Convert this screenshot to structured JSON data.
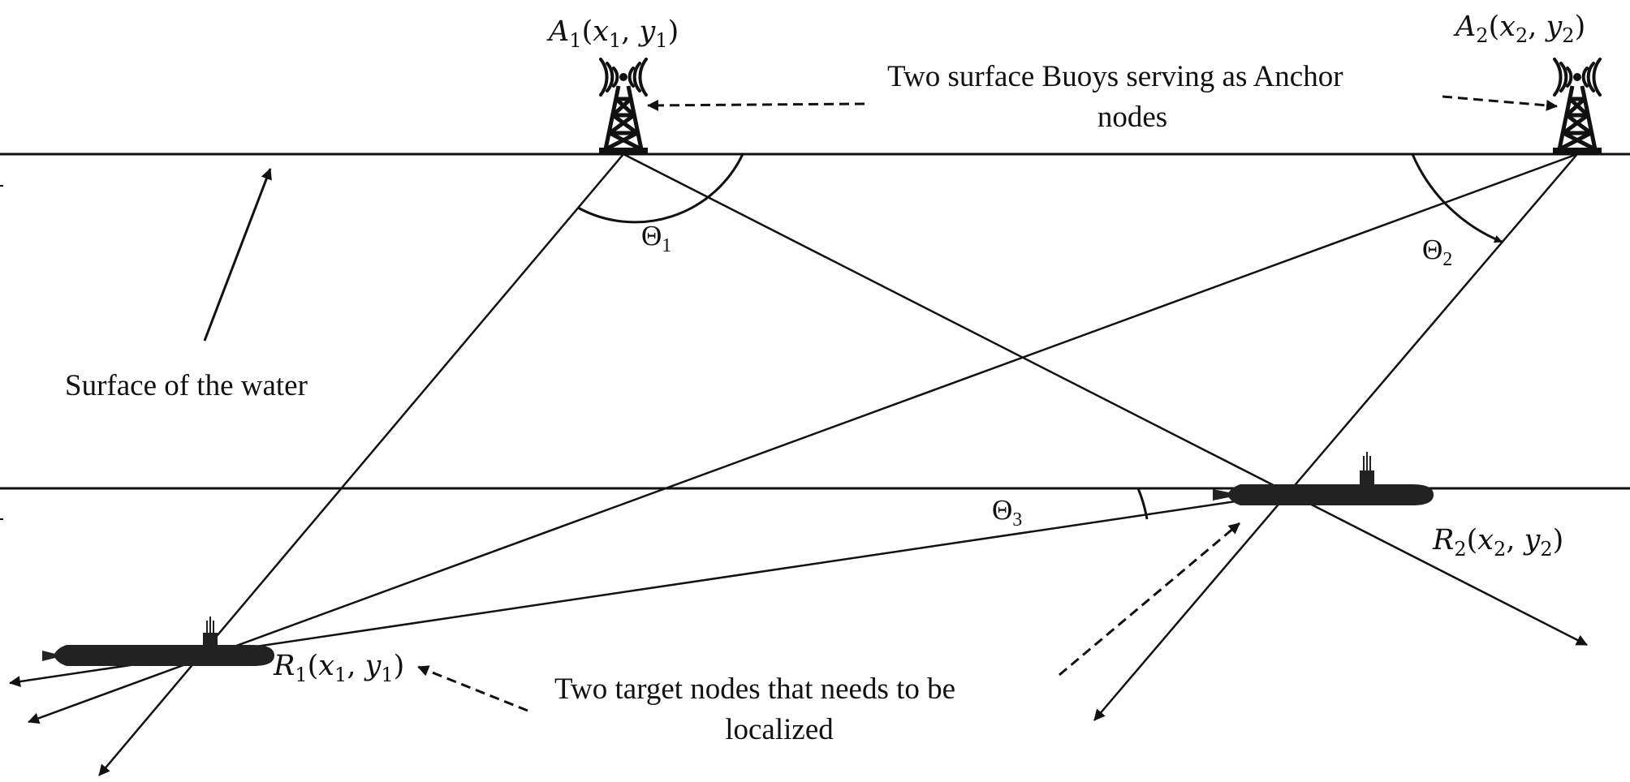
{
  "labels": {
    "anchors_note_line1": "Two surface Buoys serving as Anchor",
    "anchors_note_line2": "nodes",
    "surface_label": "Surface of the water",
    "targets_note_line1": "Two target nodes that needs to be",
    "targets_note_line2": "localized"
  },
  "anchor_a1": {
    "name": "A",
    "sub": "1",
    "coords_x": "x",
    "coords_x_sub": "1",
    "coords_y": "y",
    "coords_y_sub": "1"
  },
  "anchor_a2": {
    "name": "A",
    "sub": "2",
    "coords_x": "x",
    "coords_x_sub": "2",
    "coords_y": "y",
    "coords_y_sub": "2"
  },
  "target_r1": {
    "name": "R",
    "sub": "1",
    "coords_x": "x",
    "coords_x_sub": "1",
    "coords_y": "y",
    "coords_y_sub": "1"
  },
  "target_r2": {
    "name": "R",
    "sub": "2",
    "coords_x": "x",
    "coords_x_sub": "2",
    "coords_y": "y",
    "coords_y_sub": "2"
  },
  "angles": {
    "theta1": {
      "symbol": "Θ",
      "sub": "1"
    },
    "theta2": {
      "symbol": "Θ",
      "sub": "2"
    },
    "theta3": {
      "symbol": "Θ",
      "sub": "3"
    }
  },
  "icons": [
    "radio-tower-icon",
    "radio-tower-icon",
    "submarine-icon",
    "submarine-icon"
  ]
}
